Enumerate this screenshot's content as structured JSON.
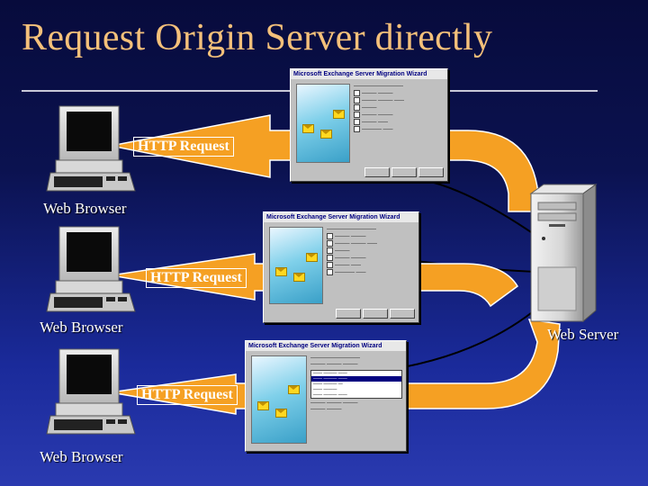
{
  "title": "Request Origin Server directly",
  "browser_label_1": "Web Browser",
  "browser_label_2": "Web Browser",
  "browser_label_3": "Web Browser",
  "server_label": "Web Server",
  "http_label_1": "HTTP Request",
  "http_label_2": "HTTP Request",
  "http_label_3": "HTTP Request",
  "dialog_title_1": "Microsoft Exchange Server Migration Wizard",
  "dialog_title_2": "Microsoft Exchange Server Migration Wizard",
  "dialog_title_3": "Microsoft Exchange Server Migration Wizard",
  "colors": {
    "background_top": "#070b3c",
    "background_bottom": "#2a3ab0",
    "title": "#f4c07a",
    "arrow_fill": "#f5a023",
    "label": "#ffffff"
  },
  "icons": [
    "desktop-computer-icon",
    "tower-server-icon",
    "envelope-icon"
  ]
}
